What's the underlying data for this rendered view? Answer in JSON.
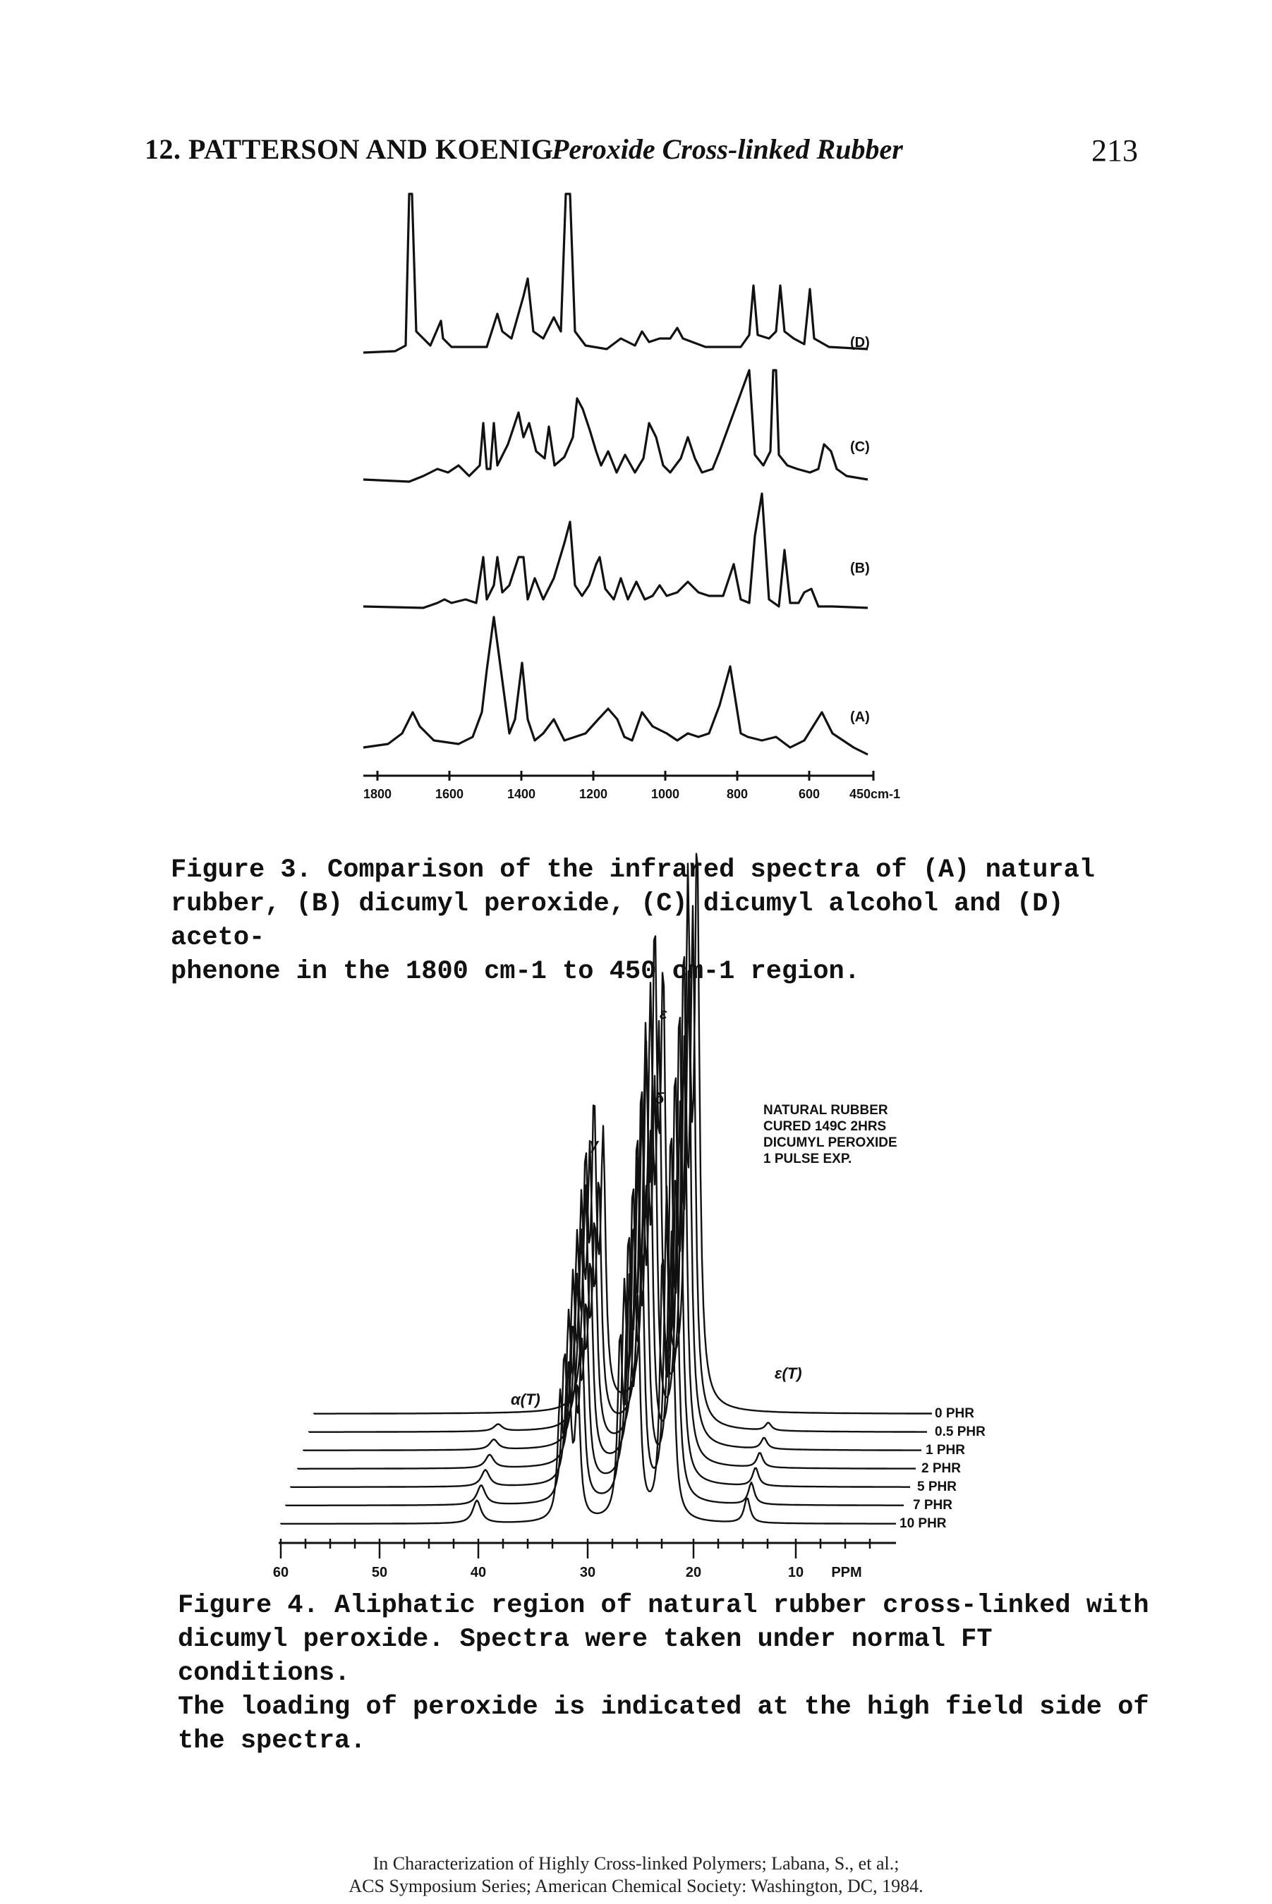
{
  "header": {
    "chapter": "12. PATTERSON AND KOENIG",
    "running_title": "Peroxide Cross-linked Rubber",
    "page_number": "213"
  },
  "figure3": {
    "curve_labels": [
      "(D)",
      "(C)",
      "(B)",
      "(A)"
    ],
    "axis_ticks": [
      "1800",
      "1600",
      "1400",
      "1200",
      "1000",
      "800",
      "600",
      "450cm-1"
    ],
    "caption_lines": [
      "Figure 3. Comparison of the infrared spectra of (A) natural",
      "rubber, (B) dicumyl peroxide, (C) dicumyl alcohol and (D) aceto-",
      "phenone in the 1800 cm-1 to 450 cm-1 region."
    ]
  },
  "figure4": {
    "peak_labels": [
      "ε",
      "δ",
      "γ",
      "α(T)",
      "ε(T)"
    ],
    "annotation_lines": [
      "NATURAL RUBBER",
      "CURED 149C 2HRS",
      "DICUMYL PEROXIDE",
      "1 PULSE EXP."
    ],
    "loadings": [
      "0 PHR",
      "0.5 PHR",
      "1 PHR",
      "2 PHR",
      "5 PHR",
      "7 PHR",
      "10 PHR"
    ],
    "axis_ticks": [
      "60",
      "50",
      "40",
      "30",
      "20",
      "10",
      "PPM"
    ],
    "caption_lines": [
      "Figure 4. Aliphatic region of natural rubber cross-linked with",
      "dicumyl peroxide. Spectra were taken under normal FT conditions.",
      "The loading of peroxide is indicated at the high field side of",
      "the spectra."
    ]
  },
  "footer": {
    "line1": "In Characterization of Highly Cross-linked Polymers; Labana, S., et al.;",
    "line2": "ACS Symposium Series; American Chemical Society: Washington, DC, 1984."
  }
}
